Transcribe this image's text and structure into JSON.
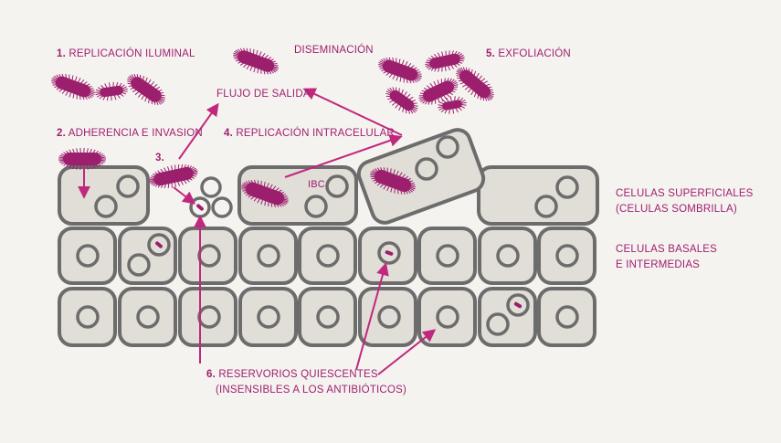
{
  "colors": {
    "background": "#f5f3ef",
    "cell_fill": "#e1ddd7",
    "cell_stroke": "#6c6c6c",
    "bacteria": "#9c1f6e",
    "arrow": "#c0287e",
    "label_magenta": "#9e1f6f",
    "label_gray": "#6b6b6b"
  },
  "labels": {
    "step1_num": "1.",
    "step1_text": "REPLICACIÓN ILUMINAL",
    "dissemination": "DISEMINACIÓN",
    "outflow": "FLUJO DE SALIDA",
    "step5_num": "5.",
    "step5_text": "EXFOLIACIÓN",
    "step2_num": "2.",
    "step2_text": "ADHERENCIA E INVASION",
    "step4_num": "4.",
    "step4_text": "REPLICACIÓN INTRACELULAR",
    "step3_num": "3.",
    "ibc": "IBC",
    "superficial_line1": "CELULAS SUPERFICIALES",
    "superficial_line2": "(CELULAS SOMBRILLA)",
    "basal_line1": "CELULAS BASALES",
    "basal_line2": "E INTERMEDIAS",
    "step6_num": "6.",
    "step6_line1": "RESERVORIOS QUIESCENTES",
    "step6_line2": "(INSENSIBLES A LOS ANTIBIÓTICOS)"
  },
  "icons": [
    "bacterium-icon",
    "nucleus-icon",
    "arrow-icon"
  ]
}
